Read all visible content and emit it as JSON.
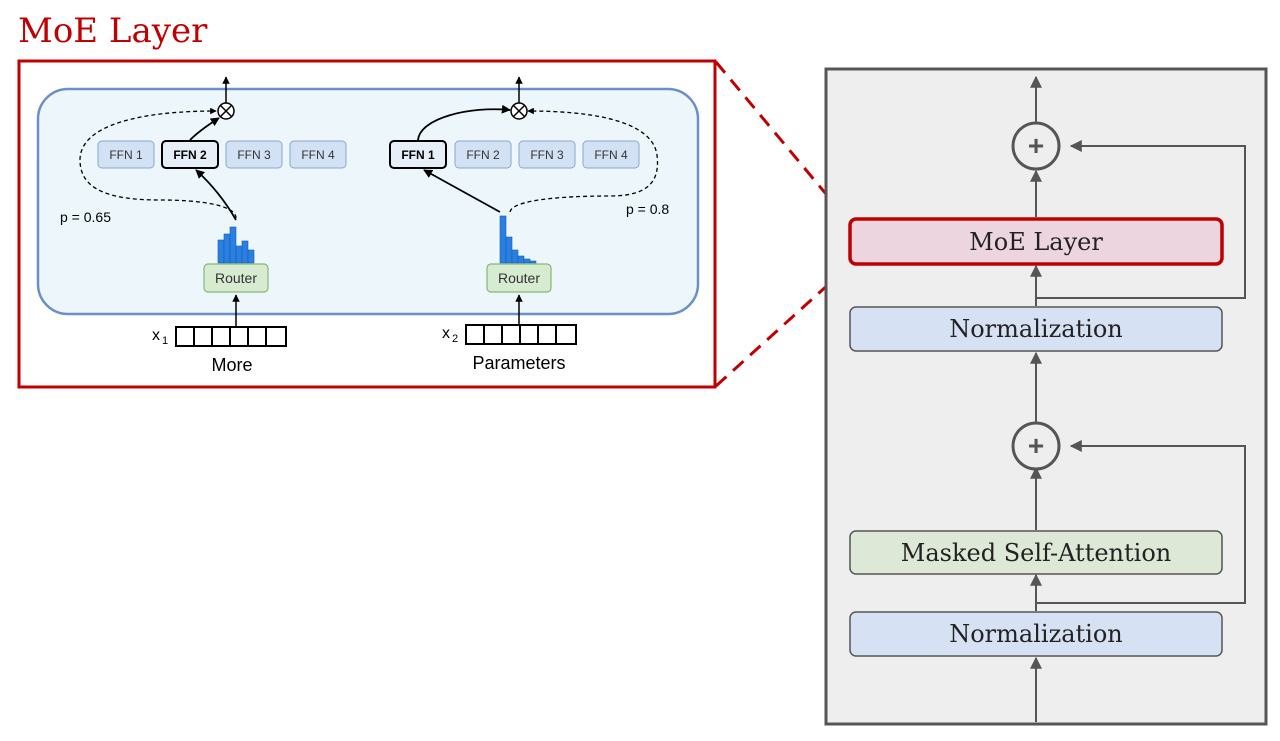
{
  "title": "MoE Layer",
  "colors": {
    "accent_red": "#c00000",
    "panel_bg": "#eeeeee",
    "moe_fill": "#ecd5df",
    "norm_fill": "#d6e2f3",
    "attn_fill": "#dde9d6",
    "router_fill": "#d6ebcf",
    "zoom_bg": "#edf7fb",
    "ffn_fill": "#d3e1f4",
    "bar_blue": "#2b7fe0"
  },
  "zoom": {
    "left_route": {
      "ffns": [
        "FFN 1",
        "FFN 2",
        "FFN 3",
        "FFN 4"
      ],
      "selected_index": 1,
      "probability": "p = 0.65",
      "router_label": "Router",
      "token_symbol": "x",
      "token_sub": "1",
      "token_word": "More",
      "combine_icon": "multiply-circle-icon"
    },
    "right_route": {
      "ffns": [
        "FFN 1",
        "FFN 2",
        "FFN 3",
        "FFN 4"
      ],
      "selected_index": 0,
      "probability": "p = 0.8",
      "router_label": "Router",
      "token_symbol": "x",
      "token_sub": "2",
      "token_word": "Parameters",
      "combine_icon": "multiply-circle-icon"
    }
  },
  "block": {
    "moe_label": "MoE Layer",
    "norm_top_label": "Normalization",
    "attn_label": "Masked Self-Attention",
    "norm_bottom_label": "Normalization",
    "residual_symbol": "+"
  }
}
